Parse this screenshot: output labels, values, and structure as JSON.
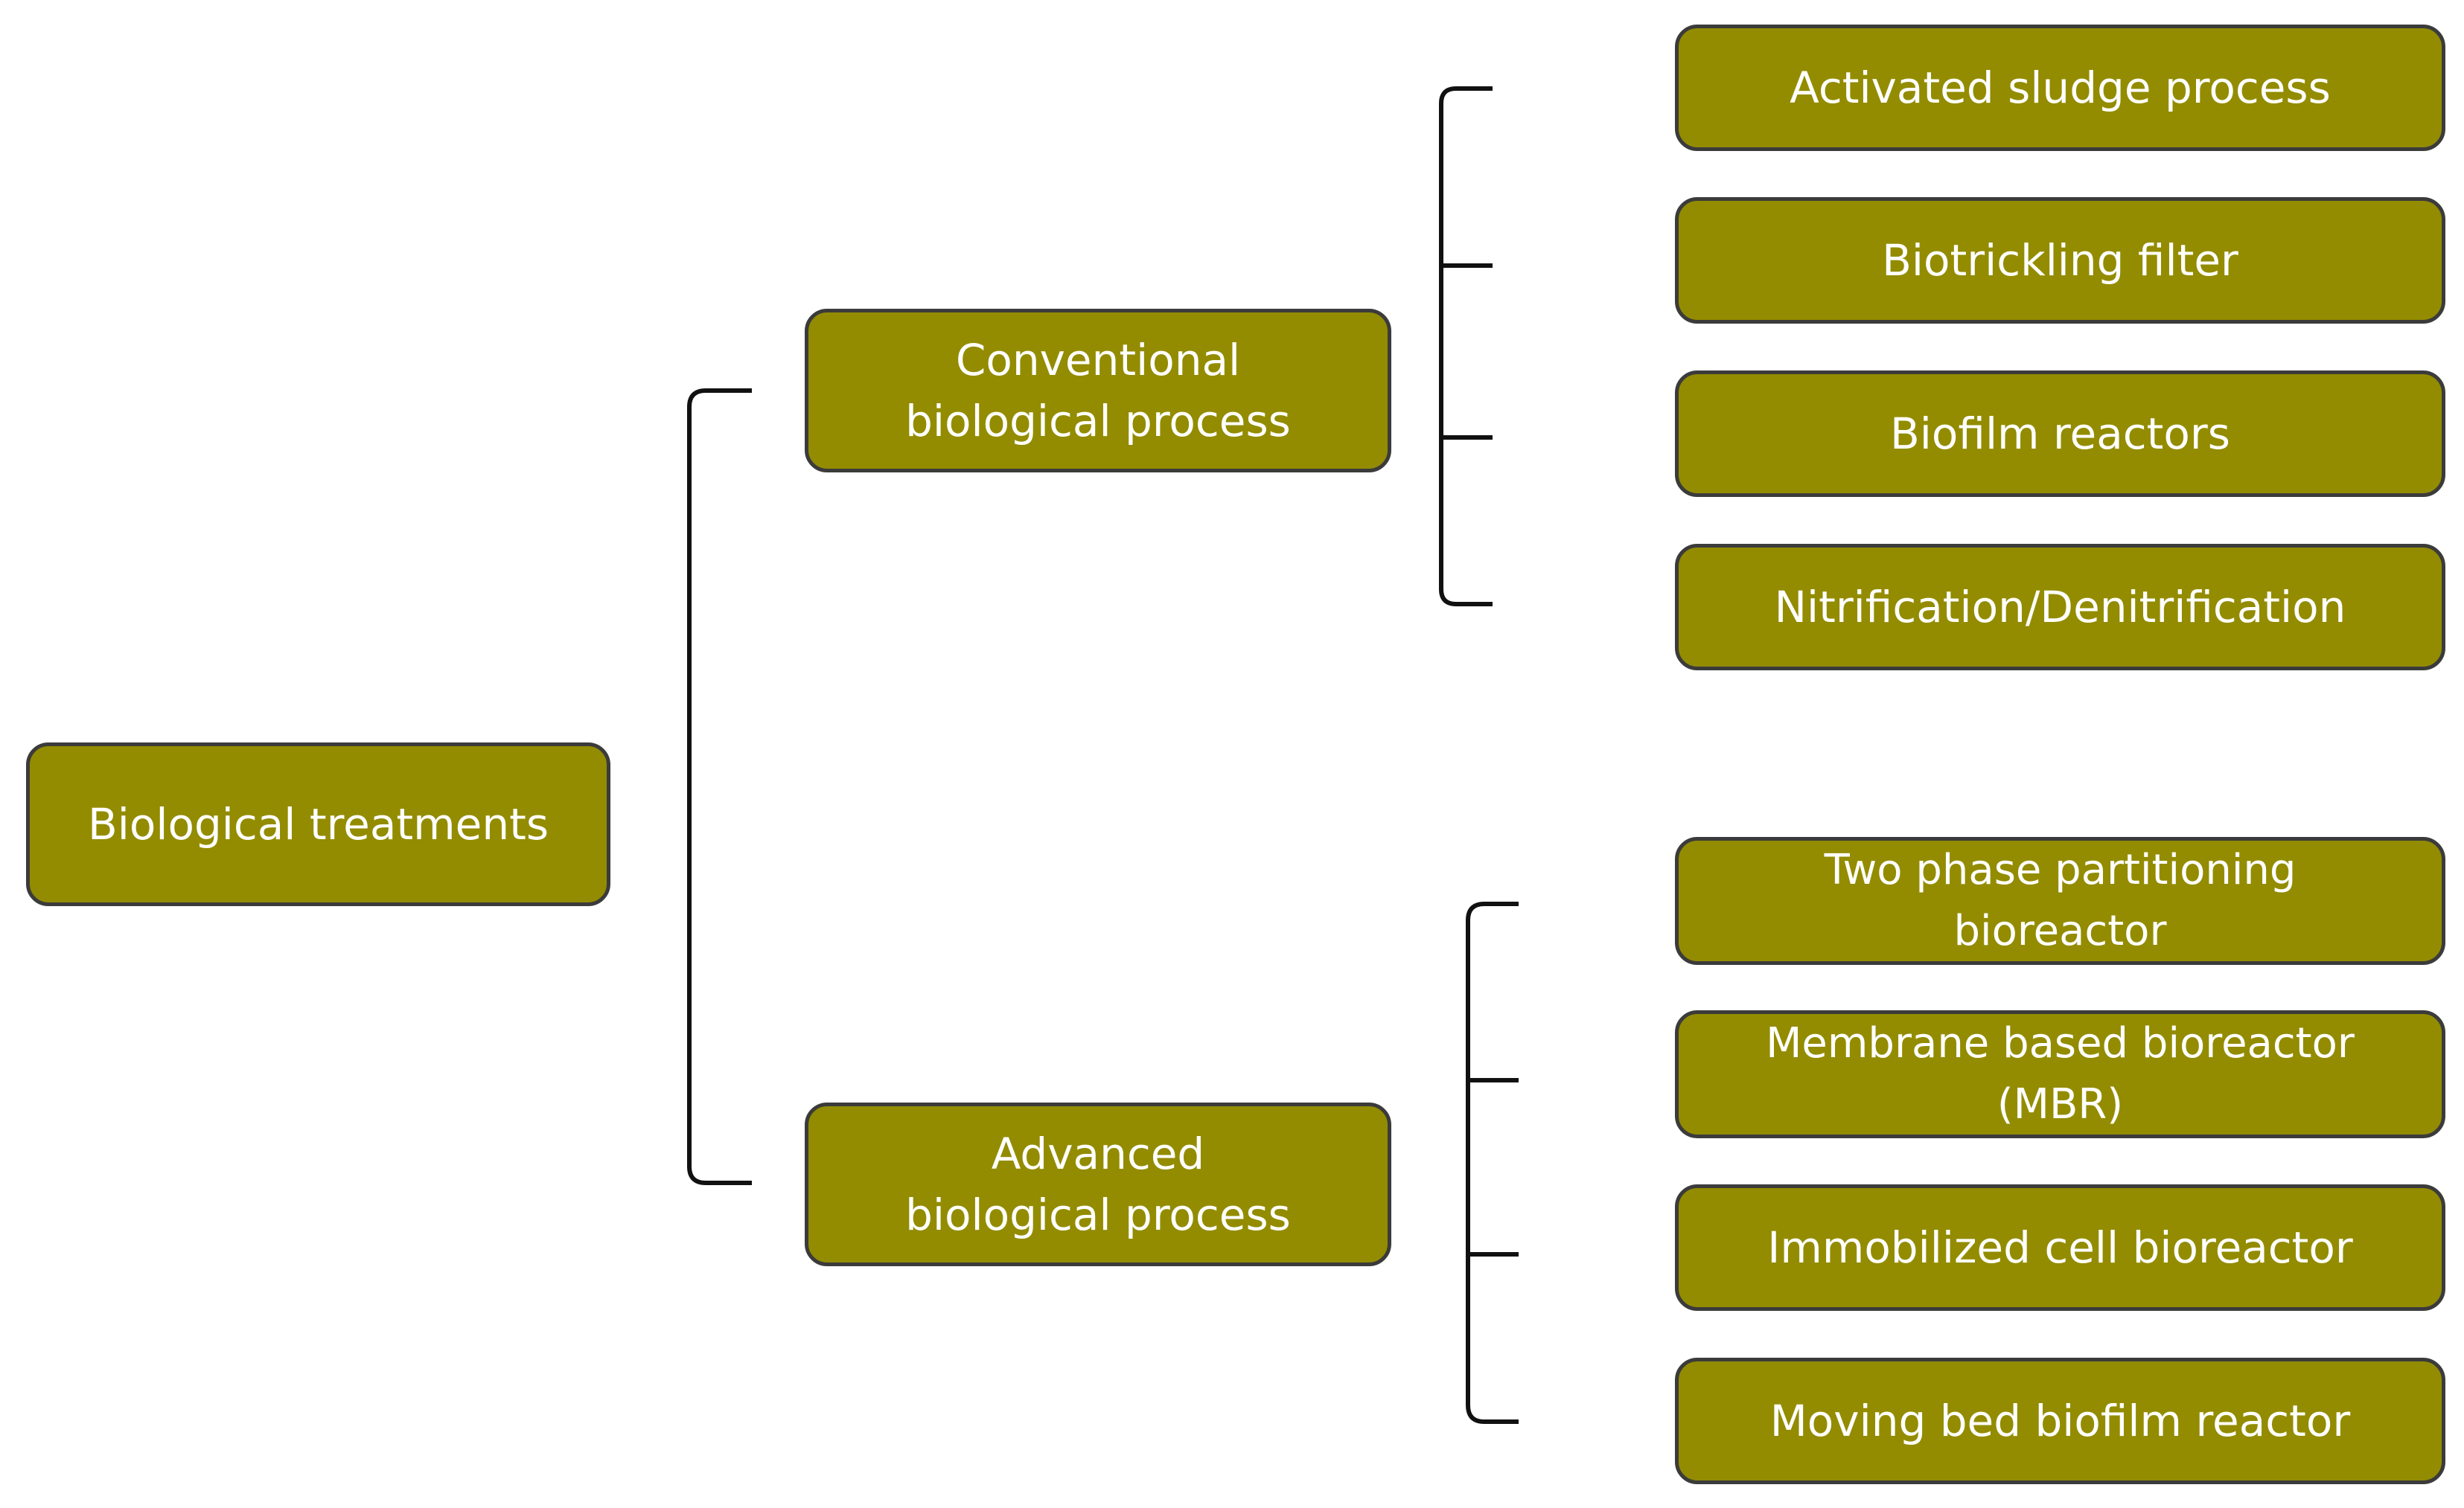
{
  "theme": {
    "box_fill": "#938c00",
    "box_border": "#3b3b3b",
    "text_color": "#ffffff",
    "connector_color": "#111111"
  },
  "root": {
    "label": "Biological treatments"
  },
  "categories": [
    {
      "label": "Conventional\nbiological process",
      "items": [
        "Activated sludge process",
        "Biotrickling filter",
        "Biofilm reactors",
        "Nitrification/Denitrification"
      ]
    },
    {
      "label": "Advanced\nbiological process",
      "items": [
        "Two phase partitioning\nbioreactor",
        "Membrane based bioreactor\n(MBR)",
        "Immobilized cell bioreactor",
        "Moving bed biofilm reactor"
      ]
    }
  ]
}
